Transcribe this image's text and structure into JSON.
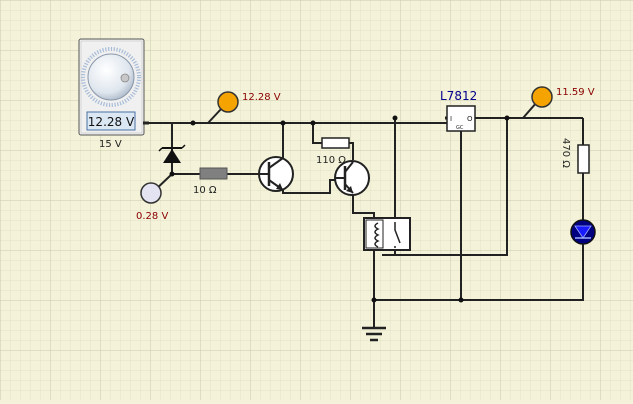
{
  "source": {
    "display_value": "12.28 V",
    "rating_label": "15 V"
  },
  "probes": {
    "probe_top_left": {
      "reading": "12.28 V",
      "color": "#f5a300"
    },
    "probe_base": {
      "reading": "0.28 V",
      "color": "#e3e3f2"
    },
    "probe_output": {
      "reading": "11.59 V",
      "color": "#f5a300"
    }
  },
  "components": {
    "base_resistor": {
      "label": "10 Ω"
    },
    "pullup_resistor": {
      "label": "110 Ω"
    },
    "led_resistor": {
      "label": "470 Ω"
    },
    "regulator": {
      "label": "L7812",
      "pin_in": "I",
      "pin_out": "O",
      "pin_gnd": "GC"
    }
  },
  "colors": {
    "grid_minor": "#dcdcc0",
    "grid_major": "#c9c9ad",
    "wire": "#222222",
    "reading_text": "#8b0000",
    "label_text": "#222222",
    "regulator_label": "#00008b",
    "led_fill": "#000080"
  }
}
